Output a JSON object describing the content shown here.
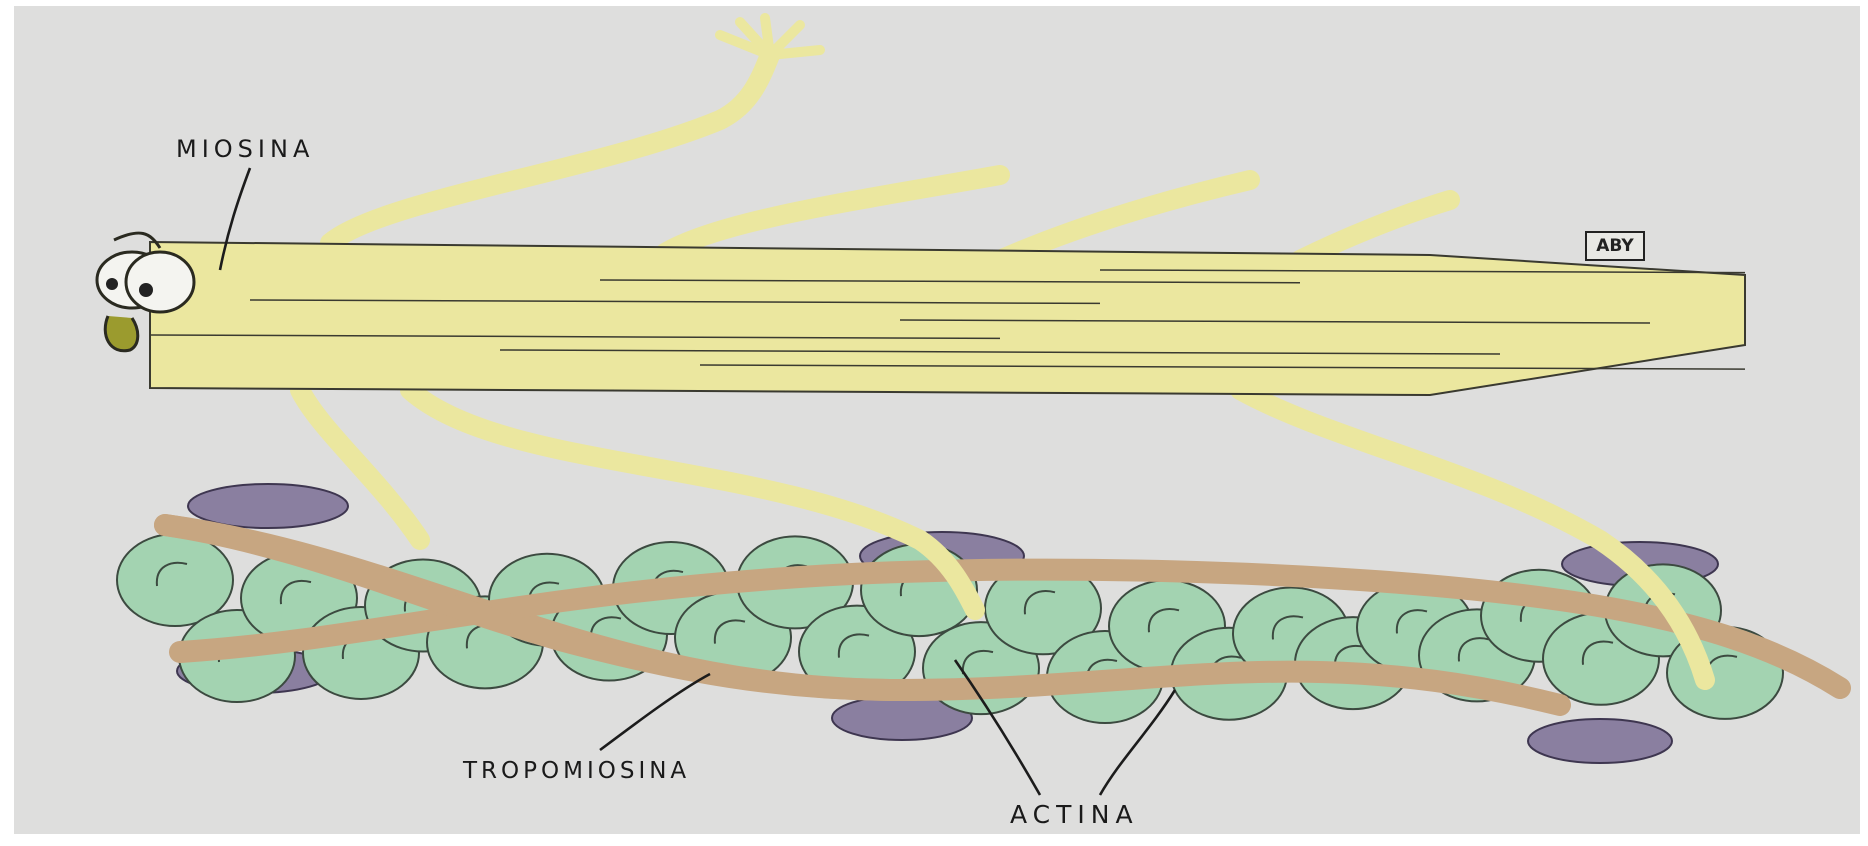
{
  "labels": {
    "myosin": "MIOSINA",
    "tropomyosin": "TROPOMIOSINA",
    "actin": "ACTINA",
    "signature": "ABY"
  },
  "colors": {
    "background": "#dededd",
    "myosin": "#ebe79f",
    "myosin_line": "#3a3a30",
    "actin": "#a3d3b1",
    "actin_edge": "#3c4a40",
    "tropomyosin": "#c7a681",
    "troponin": "#8a7fa0",
    "eye": "#f4f4f0"
  }
}
